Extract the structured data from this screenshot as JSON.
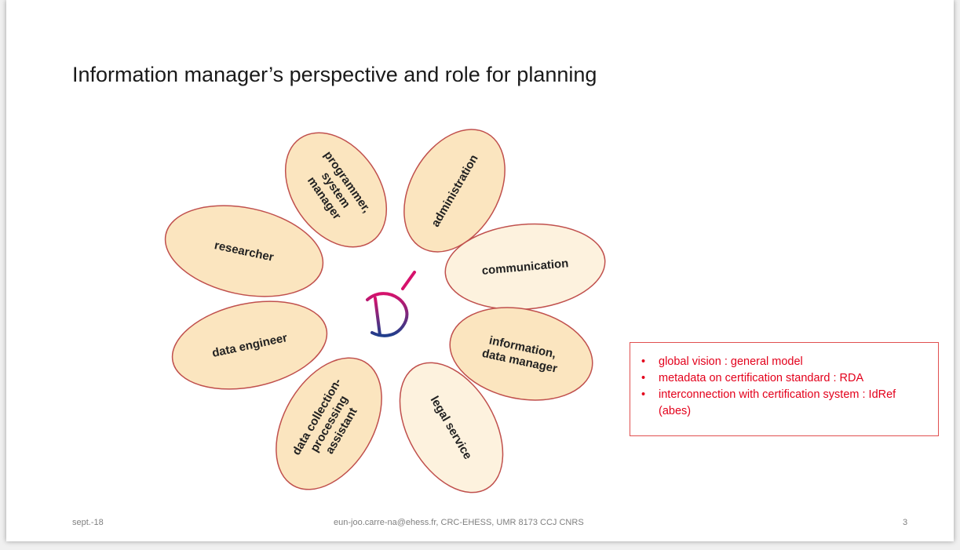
{
  "slide": {
    "title": "Information manager’s perspective and role for planning"
  },
  "diagram": {
    "petals": [
      {
        "lines": [
          "programmer,",
          "system",
          "manager"
        ]
      },
      {
        "lines": [
          "administration"
        ]
      },
      {
        "lines": [
          "communication"
        ]
      },
      {
        "lines": [
          "information,",
          "data manager"
        ]
      },
      {
        "lines": [
          "legal service"
        ]
      },
      {
        "lines": [
          "data collection-",
          "processing",
          "assistant"
        ]
      },
      {
        "lines": [
          "data engineer"
        ]
      },
      {
        "lines": [
          "researcher"
        ]
      }
    ],
    "colors": {
      "petal_fill_dark": "#fbe5bf",
      "petal_fill_light": "#fdf2de",
      "petal_stroke": "#c0504d",
      "logo_magenta": "#d6126c",
      "logo_blue": "#1f3e8c"
    },
    "logo_icon": "d-magnifier-logo-icon"
  },
  "callout": {
    "items": [
      "global vision : general model",
      "metadata on certification standard : RDA",
      "interconnection with certification system : IdRef (abes)"
    ],
    "bullet": "•",
    "color": "#e3001b"
  },
  "footer": {
    "date": "sept.-18",
    "center": "eun-joo.carre-na@ehess.fr, CRC-EHESS, UMR 8173 CCJ CNRS",
    "page": "3"
  }
}
